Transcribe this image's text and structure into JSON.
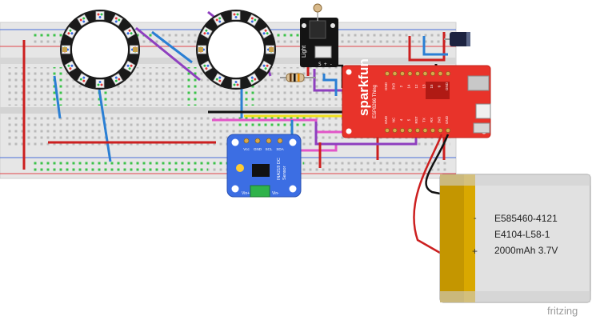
{
  "battery": {
    "line1": "E585460-4121",
    "line2": "E4104-L58-1",
    "line3": "2000mAh 3.7V",
    "minus_sign": "-",
    "plus_sign": "+"
  },
  "mcu_board": {
    "brand": "sparkfun",
    "sub_label": "ESP8266 Thing",
    "pins_top": [
      "GND",
      "3V3",
      "2",
      "14",
      "12",
      "13",
      "15",
      "0",
      "GND"
    ],
    "pins_bottom": [
      "GND",
      "NC",
      "4",
      "5",
      "RST",
      "TX",
      "RX",
      "3V3",
      "GND"
    ]
  },
  "sensor_board": {
    "title": "INA219 DC",
    "title2": "Sensor",
    "top_pins": [
      "Vcc",
      "GND",
      "SCL",
      "SDA"
    ],
    "side_pins": [
      "Vin+",
      "Vin-"
    ]
  },
  "light_sensor": {
    "label": "Light",
    "pins": [
      "S",
      "+",
      "-"
    ]
  },
  "watermark": "fritzing",
  "colors": {
    "breadboard": "#e6e6e6",
    "rail_red": "#e0454a",
    "rail_blue": "#4a6fd8",
    "wire_red": "#cc1f1f",
    "wire_blue": "#2a7fd4",
    "wire_purple": "#8e3fbf",
    "wire_pink": "#e255c8",
    "wire_yellow": "#f2e11a",
    "wire_black": "#111111",
    "sparkfun_red": "#e8332a",
    "adafruit_blue": "#3c6ee3",
    "battery_gold": "#d9a800",
    "battery_gray": "#e1e1e1"
  }
}
